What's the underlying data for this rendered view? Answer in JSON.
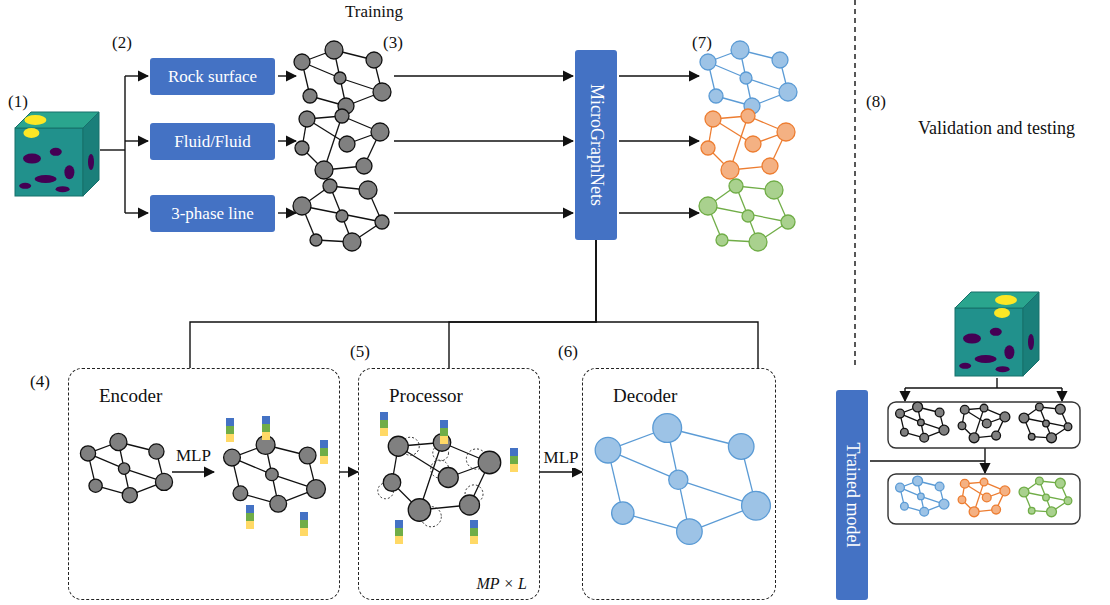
{
  "diagram": {
    "title": "Training",
    "nodes": [
      {
        "text": [
          "Rock surface"
        ]
      },
      {
        "text": [
          "Fluid/Fluid"
        ]
      },
      {
        "text": [
          "3-phase line"
        ]
      },
      {
        "text": [
          "MicroGraphNets"
        ]
      },
      {
        "text": [
          "Encoder"
        ]
      },
      {
        "text": [
          "Processor",
          "MP × L"
        ]
      },
      {
        "text": [
          "Decoder"
        ]
      },
      {
        "text": [
          "Trained model"
        ]
      }
    ],
    "edges": [
      {
        "from": 3,
        "to": 4,
        "arrow": "none"
      },
      {
        "from": 3,
        "to": 5,
        "arrow": "none"
      },
      {
        "from": 3,
        "to": 6,
        "arrow": "none"
      },
      {
        "from": 4,
        "to": 5,
        "arrow": "to"
      },
      {
        "from": 5,
        "to": 6,
        "arrow": "to",
        "label": "MLP"
      }
    ],
    "labels": [
      "(1)",
      "(2)",
      "(3)",
      "(7)",
      "(8)",
      "Validation and testing",
      "(4)",
      "MLP",
      "(5)",
      "(6)"
    ]
  }
}
